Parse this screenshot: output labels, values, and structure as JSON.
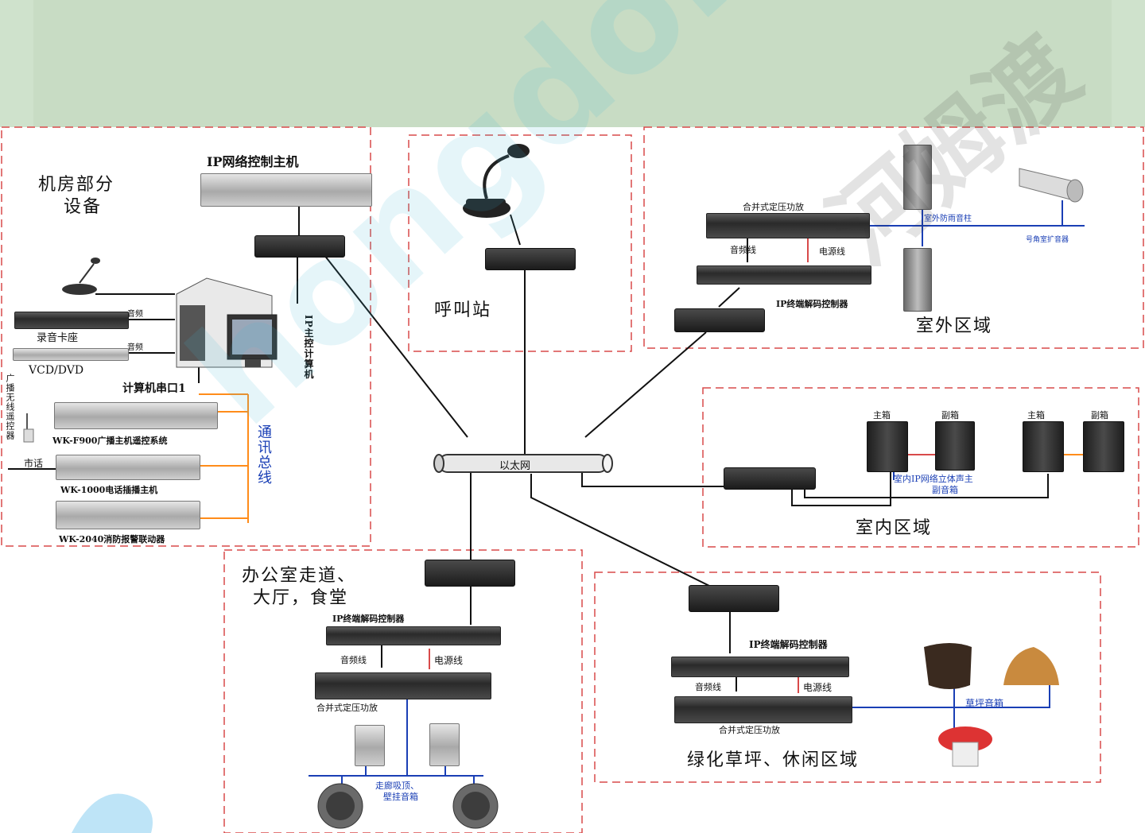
{
  "header": {
    "bg_color": "#c8dcc4"
  },
  "colors": {
    "border_dash": "#d84a4a",
    "bus_line": "#ff8c1a",
    "label_blue": "#1a3fb5",
    "line": "#111111"
  },
  "sections": {
    "machine_room": {
      "title_line1": "机房部分",
      "title_line2": "设备"
    },
    "call_station": {
      "title": "呼叫站"
    },
    "outdoor": {
      "title": "室外区域"
    },
    "indoor": {
      "title": "室内区域"
    },
    "office": {
      "title_line1": "办公室走道、",
      "title_line2": "大厅，食堂"
    },
    "garden": {
      "title": "绿化草坪、休闲区域"
    }
  },
  "machine_room": {
    "ip_host": "IP网络控制主机",
    "recorder": "录音卡座",
    "vcd": "VCD/DVD",
    "audio1": "音频",
    "audio2": "音频",
    "ip_computer": "IP主控计算机",
    "serial_port": "计算机串口1",
    "wireless_remote": "广播无线遥控器",
    "wk_f900": "WK-F900广播主机遥控系统",
    "phone": "市话",
    "wk_1000": "WK-1000电话插播主机",
    "wk_2040": "WK-2040消防报警联动器",
    "comm_bus": "通讯总线"
  },
  "network": {
    "ethernet": "以太网"
  },
  "outdoor": {
    "amp": "合并式定压功放",
    "audio_line": "音频线",
    "power_line": "电源线",
    "decoder": "IP终端解码控制器",
    "column_speaker": "室外防雨音柱",
    "horn": "号角室扩音器"
  },
  "indoor": {
    "main1": "主箱",
    "sub1": "副箱",
    "main2": "主箱",
    "sub2": "副箱",
    "stereo_line1": "室内IP网络立体声主",
    "stereo_line2": "副音箱"
  },
  "office": {
    "decoder": "IP终端解码控制器",
    "audio_line": "音频线",
    "power_line": "电源线",
    "amp": "合并式定压功放",
    "speakers_line1": "走廊吸顶、",
    "speakers_line2": "壁挂音箱"
  },
  "garden": {
    "decoder": "IP终端解码控制器",
    "audio_line": "音频线",
    "power_line": "电源线",
    "amp": "合并式定压功放",
    "lawn_speaker": "草坪音箱"
  },
  "watermark": {
    "text1": "hongdo.com",
    "text2": "河姆渡"
  }
}
